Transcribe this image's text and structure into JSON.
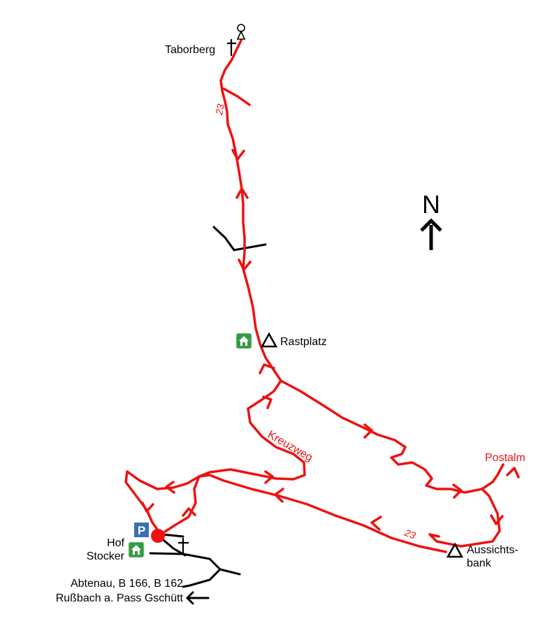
{
  "colors": {
    "route": "#ee1111",
    "road": "#000000",
    "parking_bg": "#3a6fb5",
    "hut_bg": "#2f9e3f"
  },
  "labels": {
    "taborberg": "Taborberg",
    "rastplatz": "Rastplatz",
    "kreuzweg": "Kreuzweg",
    "postalm": "Postalm",
    "aussichtsbank_line1": "Aussichts-",
    "aussichtsbank_line2": "bank",
    "hof_line1": "Hof",
    "hof_line2": "Stocker",
    "abtenau": "Abtenau, B 166, B 162",
    "russbach": "Rußbach a. Pass Gschütt",
    "route_number_north": "23",
    "route_number_south": "23",
    "north": "N",
    "parking": "P"
  },
  "icons": {
    "summit": "summit-cross-icon",
    "viewpoint": "triangle-icon",
    "hut": "hut-icon",
    "parking": "parking-icon",
    "chapel": "wayside-cross-icon",
    "north_arrow": "north-arrow-icon",
    "start": "start-point-icon"
  }
}
